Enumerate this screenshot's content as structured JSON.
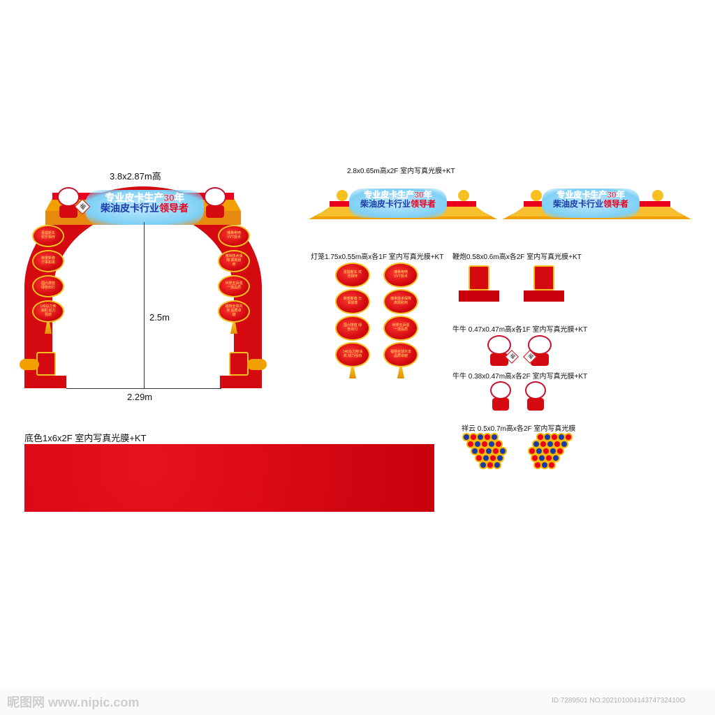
{
  "arch": {
    "size_label": "3.8x2.87m高",
    "height_label": "2.5m",
    "width_label": "2.29m",
    "title_line1_a": "专业皮卡生产",
    "title_line1_num": "30",
    "title_line1_b": "年",
    "title_line2_a": "柴油皮卡行业",
    "title_line2_hl": "领导者",
    "left_lanterns": [
      "喜提新车 欢乐相伴",
      "恭贺新春 万事如意",
      "国六排放 绿色出行",
      "140马力柴油机 动力强劲"
    ],
    "right_lanterns": [
      "博世电喷 VVT技术",
      "博世技术保障 高效耐用",
      "世界五百强 一流品质",
      "福特全球共享 品质卓越"
    ]
  },
  "banner": {
    "label": "2.8x0.65m高x2F  室内写真光膜+KT"
  },
  "lanterns": {
    "label": "灯笼1.75x0.55m高x各1F  室内写真光膜+KT"
  },
  "firecracker": {
    "label": "鞭炮0.58x0.6m高x各2F  室内写真光膜+KT"
  },
  "cow_large": {
    "label": "牛牛 0.47x0.47m高x各1F  室内写真光膜+KT"
  },
  "cow_small": {
    "label": "牛牛 0.38x0.47m高x各2F  室内写真光膜+KT"
  },
  "clouds": {
    "label": "祥云 0.5x0.7m高x各2F  室内写真光膜"
  },
  "base": {
    "label": "底色1x6x2F  室内写真光膜+KT"
  },
  "fu_char": "福",
  "watermark": {
    "left": "昵图网 www.nipic.com",
    "right": "ID:7289501 NO:20210100414374732410O"
  },
  "colors": {
    "red": "#d40a10",
    "gold": "#f5c020",
    "blue": "#1a3aa8"
  }
}
